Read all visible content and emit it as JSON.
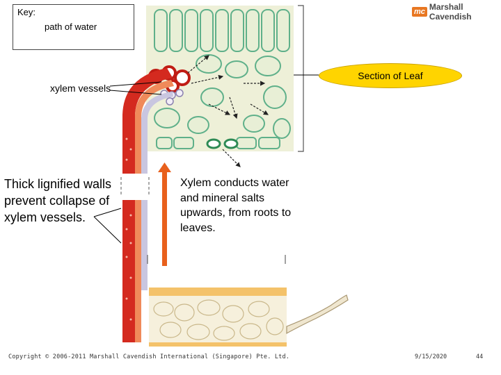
{
  "key": {
    "title": "Key:",
    "path_label": "path of water"
  },
  "logo": {
    "badge": "mc",
    "text": "Marshall Cavendish",
    "accent_color": "#e87722"
  },
  "labels": {
    "section_of_leaf": "Section of Leaf",
    "xylem_vessels": "xylem vessels",
    "thick_walls": "Thick lignified walls prevent collapse of xylem vessels.",
    "xylem_conducts": "Xylem conducts water and mineral salts upwards, from roots to leaves."
  },
  "footer": {
    "copyright": "Copyright © 2006-2011 Marshall Cavendish International (Singapore) Pte. Ltd.",
    "date": "9/15/2020",
    "page": "44"
  },
  "colors": {
    "xylem_red": "#d42a1f",
    "cell_wall": "#5fb08a",
    "cell_fill": "#eef0d8",
    "arrow_orange": "#e8601c",
    "label_yellow": "#ffd400"
  }
}
